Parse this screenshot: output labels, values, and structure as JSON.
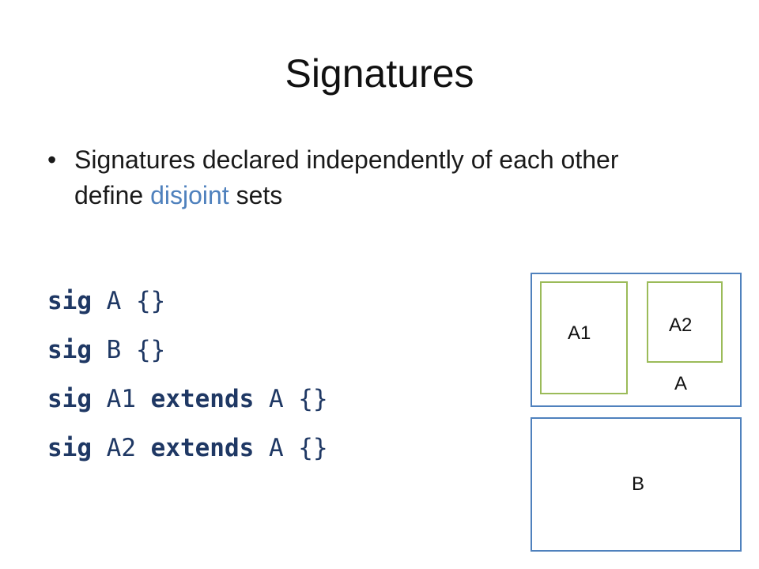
{
  "slide": {
    "title": "Signatures",
    "bullet": {
      "marker": "•",
      "text_before": "Signatures declared independently of each other define ",
      "highlight": "disjoint",
      "text_after": " sets"
    },
    "code": [
      {
        "keyword": "sig",
        "rest": " A {}"
      },
      {
        "keyword": "sig",
        "rest": " B {}"
      },
      {
        "keyword": "sig",
        "middle": " A1 ",
        "keyword2": "extends",
        "rest": " A {}"
      },
      {
        "keyword": "sig",
        "middle": " A2 ",
        "keyword2": "extends",
        "rest": " A {}"
      }
    ],
    "diagram": {
      "labels": {
        "a1": "A1",
        "a2": "A2",
        "a": "A",
        "b": "B"
      },
      "colors": {
        "outer_border": "#4f81bd",
        "inner_border": "#9bbb59",
        "highlight": "#4f81bd",
        "code": "#1f3864"
      }
    }
  }
}
